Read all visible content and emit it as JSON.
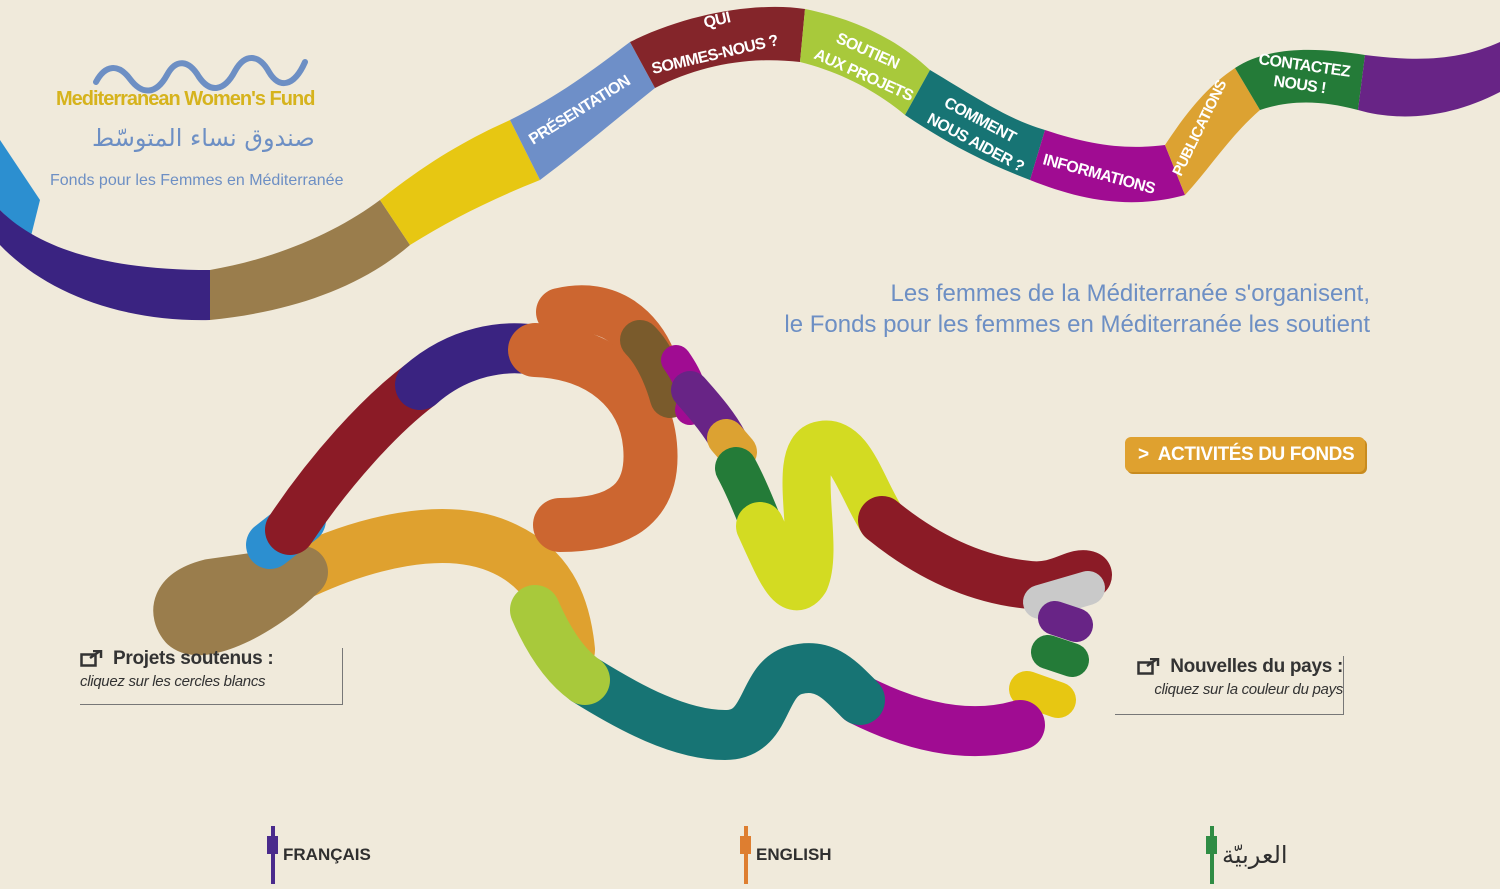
{
  "brand": {
    "logo_text_en": "Mediterranean Women's Fund",
    "logo_text_ar": "صندوق نساء المتوسّط",
    "logo_text_fr": "Fonds pour les Femmes en Méditerranée"
  },
  "nav": {
    "presentation": "PRÉSENTATION",
    "who_line1": "QUI",
    "who_line2": "SOMMES-NOUS ?",
    "support_line1": "SOUTIEN",
    "support_line2": "AUX PROJETS",
    "help_line1": "COMMENT",
    "help_line2": "NOUS AIDER ?",
    "information": "INFORMATIONS",
    "publications": "PUBLICATIONS",
    "contact_line1": "CONTACTEZ",
    "contact_line2": "NOUS !"
  },
  "hero": {
    "line1": "Les femmes de la Méditerranée s'organisent,",
    "line2": "le Fonds pour les femmes en Méditerranée les soutient"
  },
  "activities_button": {
    "arrow": ">",
    "label": "ACTIVITÉS DU FONDS"
  },
  "callouts": {
    "projects_title": "Projets soutenus :",
    "projects_sub": "cliquez sur les cercles blancs",
    "news_title": "Nouvelles du pays :",
    "news_sub": "cliquez sur la couleur du pays"
  },
  "languages": {
    "french": "FRANÇAIS",
    "english": "ENGLISH",
    "arabic": "العربيّة"
  },
  "colors": {
    "background": "#f0eadb",
    "brand_blue": "#6d8fc4",
    "brand_gold": "#d6b31d",
    "activities_orange": "#dfa12f"
  }
}
